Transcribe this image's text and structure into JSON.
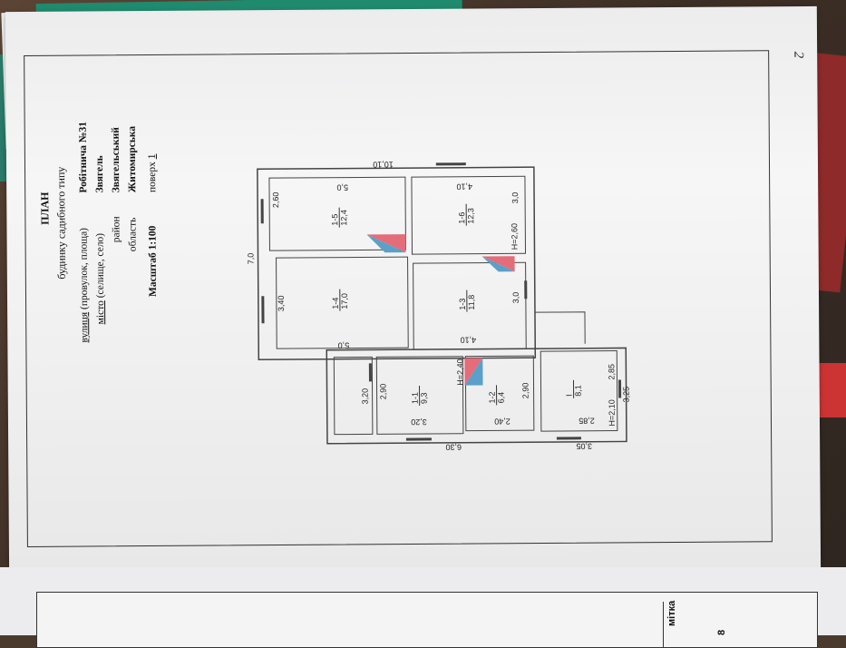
{
  "title_block": {
    "heading": "ПЛАН",
    "subheading": "будинку садибного типу",
    "street_label_part1": "вулиця",
    "street_label_part2": " (провулок, площа)",
    "street_value": "Робітнича №31",
    "city_label_part1": "місто",
    "city_label_part2": " (селище, село)",
    "city_value": "Звягель",
    "district_label": "район",
    "district_value": "Звягельський",
    "region_label": "область",
    "region_value": "Житомирська",
    "scale_label": "Масштаб 1:100",
    "floor_label": "поверх",
    "floor_value": "1"
  },
  "page_number": "2",
  "plan": {
    "rooms": [
      {
        "id": "1-5",
        "area": "12,4"
      },
      {
        "id": "1-4",
        "area": "17,0"
      },
      {
        "id": "1-6",
        "area": "12,3"
      },
      {
        "id": "1-3",
        "area": "11,8"
      },
      {
        "id": "1-1",
        "area": "9,3"
      },
      {
        "id": "1-2",
        "area": "6,4"
      },
      {
        "id": "I",
        "area": "8,1"
      }
    ],
    "dimensions": {
      "top_total": "10,10",
      "left_total": "7,0",
      "r15_width": "5,0",
      "r15_height": "2,60",
      "r16_width": "4,10",
      "r16_height": "3,0",
      "r14_height": "3,40",
      "r14_width": "5,0",
      "r13_width": "4,10",
      "r13_height": "3,0",
      "h_260": "H=2,60",
      "h_240": "H=2,40",
      "h_210": "H=2,10",
      "r11_left": "3,20",
      "r11_height": "2,90",
      "r11_width": "3,20",
      "r12_height": "2,90",
      "r12_width": "2,40",
      "rI_height": "2,85",
      "rI_width": "2,85",
      "bottom_total": "6,30",
      "rI_outer": "3,05",
      "right_outer": "3,25"
    }
  },
  "bottom_sheet": {
    "label": "мітка",
    "number": "8"
  }
}
